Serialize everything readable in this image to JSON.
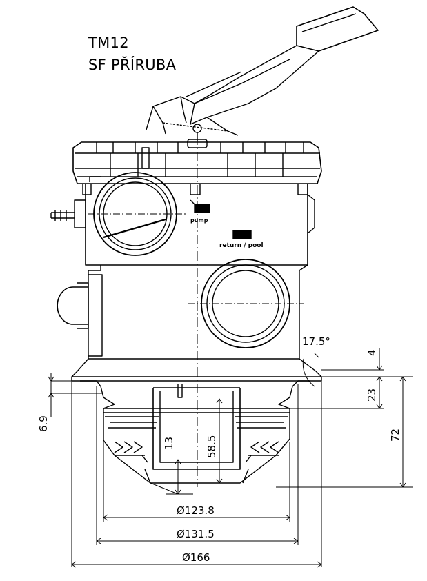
{
  "title": {
    "line1": "TM12",
    "line2": "SF PŘÍRUBA"
  },
  "port_labels": {
    "pump": "pump",
    "return_pool": "return / pool"
  },
  "dimensions": {
    "angle": "17.5°",
    "d4": "4",
    "d23": "23",
    "d72": "72",
    "d6_9": "6.9",
    "d13": "13",
    "d58_5": "58.5",
    "dia_123_8": "Ø123.8",
    "dia_131_5": "Ø131.5",
    "dia_166": "Ø166"
  }
}
